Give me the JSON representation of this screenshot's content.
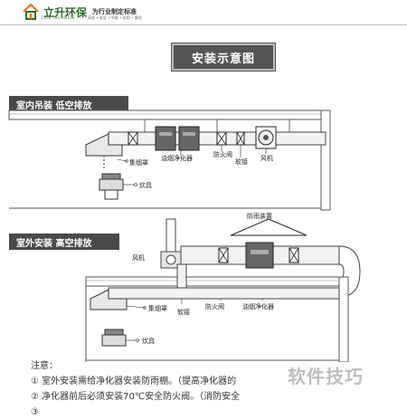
{
  "header": {
    "brand_name": "立升环保",
    "brand_en": "LUIE TECHNICS",
    "slogan": "为行业制定标准",
    "sub": "高效 • 安全 • 节能 • 耐用 • 美观"
  },
  "title": "安装示意图",
  "section_indoor": {
    "label": "室内吊装  低空排放",
    "labels": {
      "hood": "集烟罩",
      "purifier": "油烟净化器",
      "fire_valve": "防火阀",
      "soft_joint": "软接",
      "fan": "风机",
      "stove": "炊具"
    }
  },
  "section_outdoor": {
    "label": "室外安装  高空排放",
    "labels": {
      "rain_cover": "防雨装置",
      "fan": "风机",
      "hood": "集烟罩",
      "soft_joint": "软接",
      "fire_valve": "防火阀",
      "purifier": "油烟净化器",
      "stove": "炊具"
    }
  },
  "notes": {
    "heading": "注意：",
    "items": [
      "① 室外安装需给净化器安装防雨棚。（提高净化器的",
      "② 净化器前后必须安装70℃安全防火阀。（消防安全",
      "③"
    ]
  },
  "watermark": "软件技巧"
}
